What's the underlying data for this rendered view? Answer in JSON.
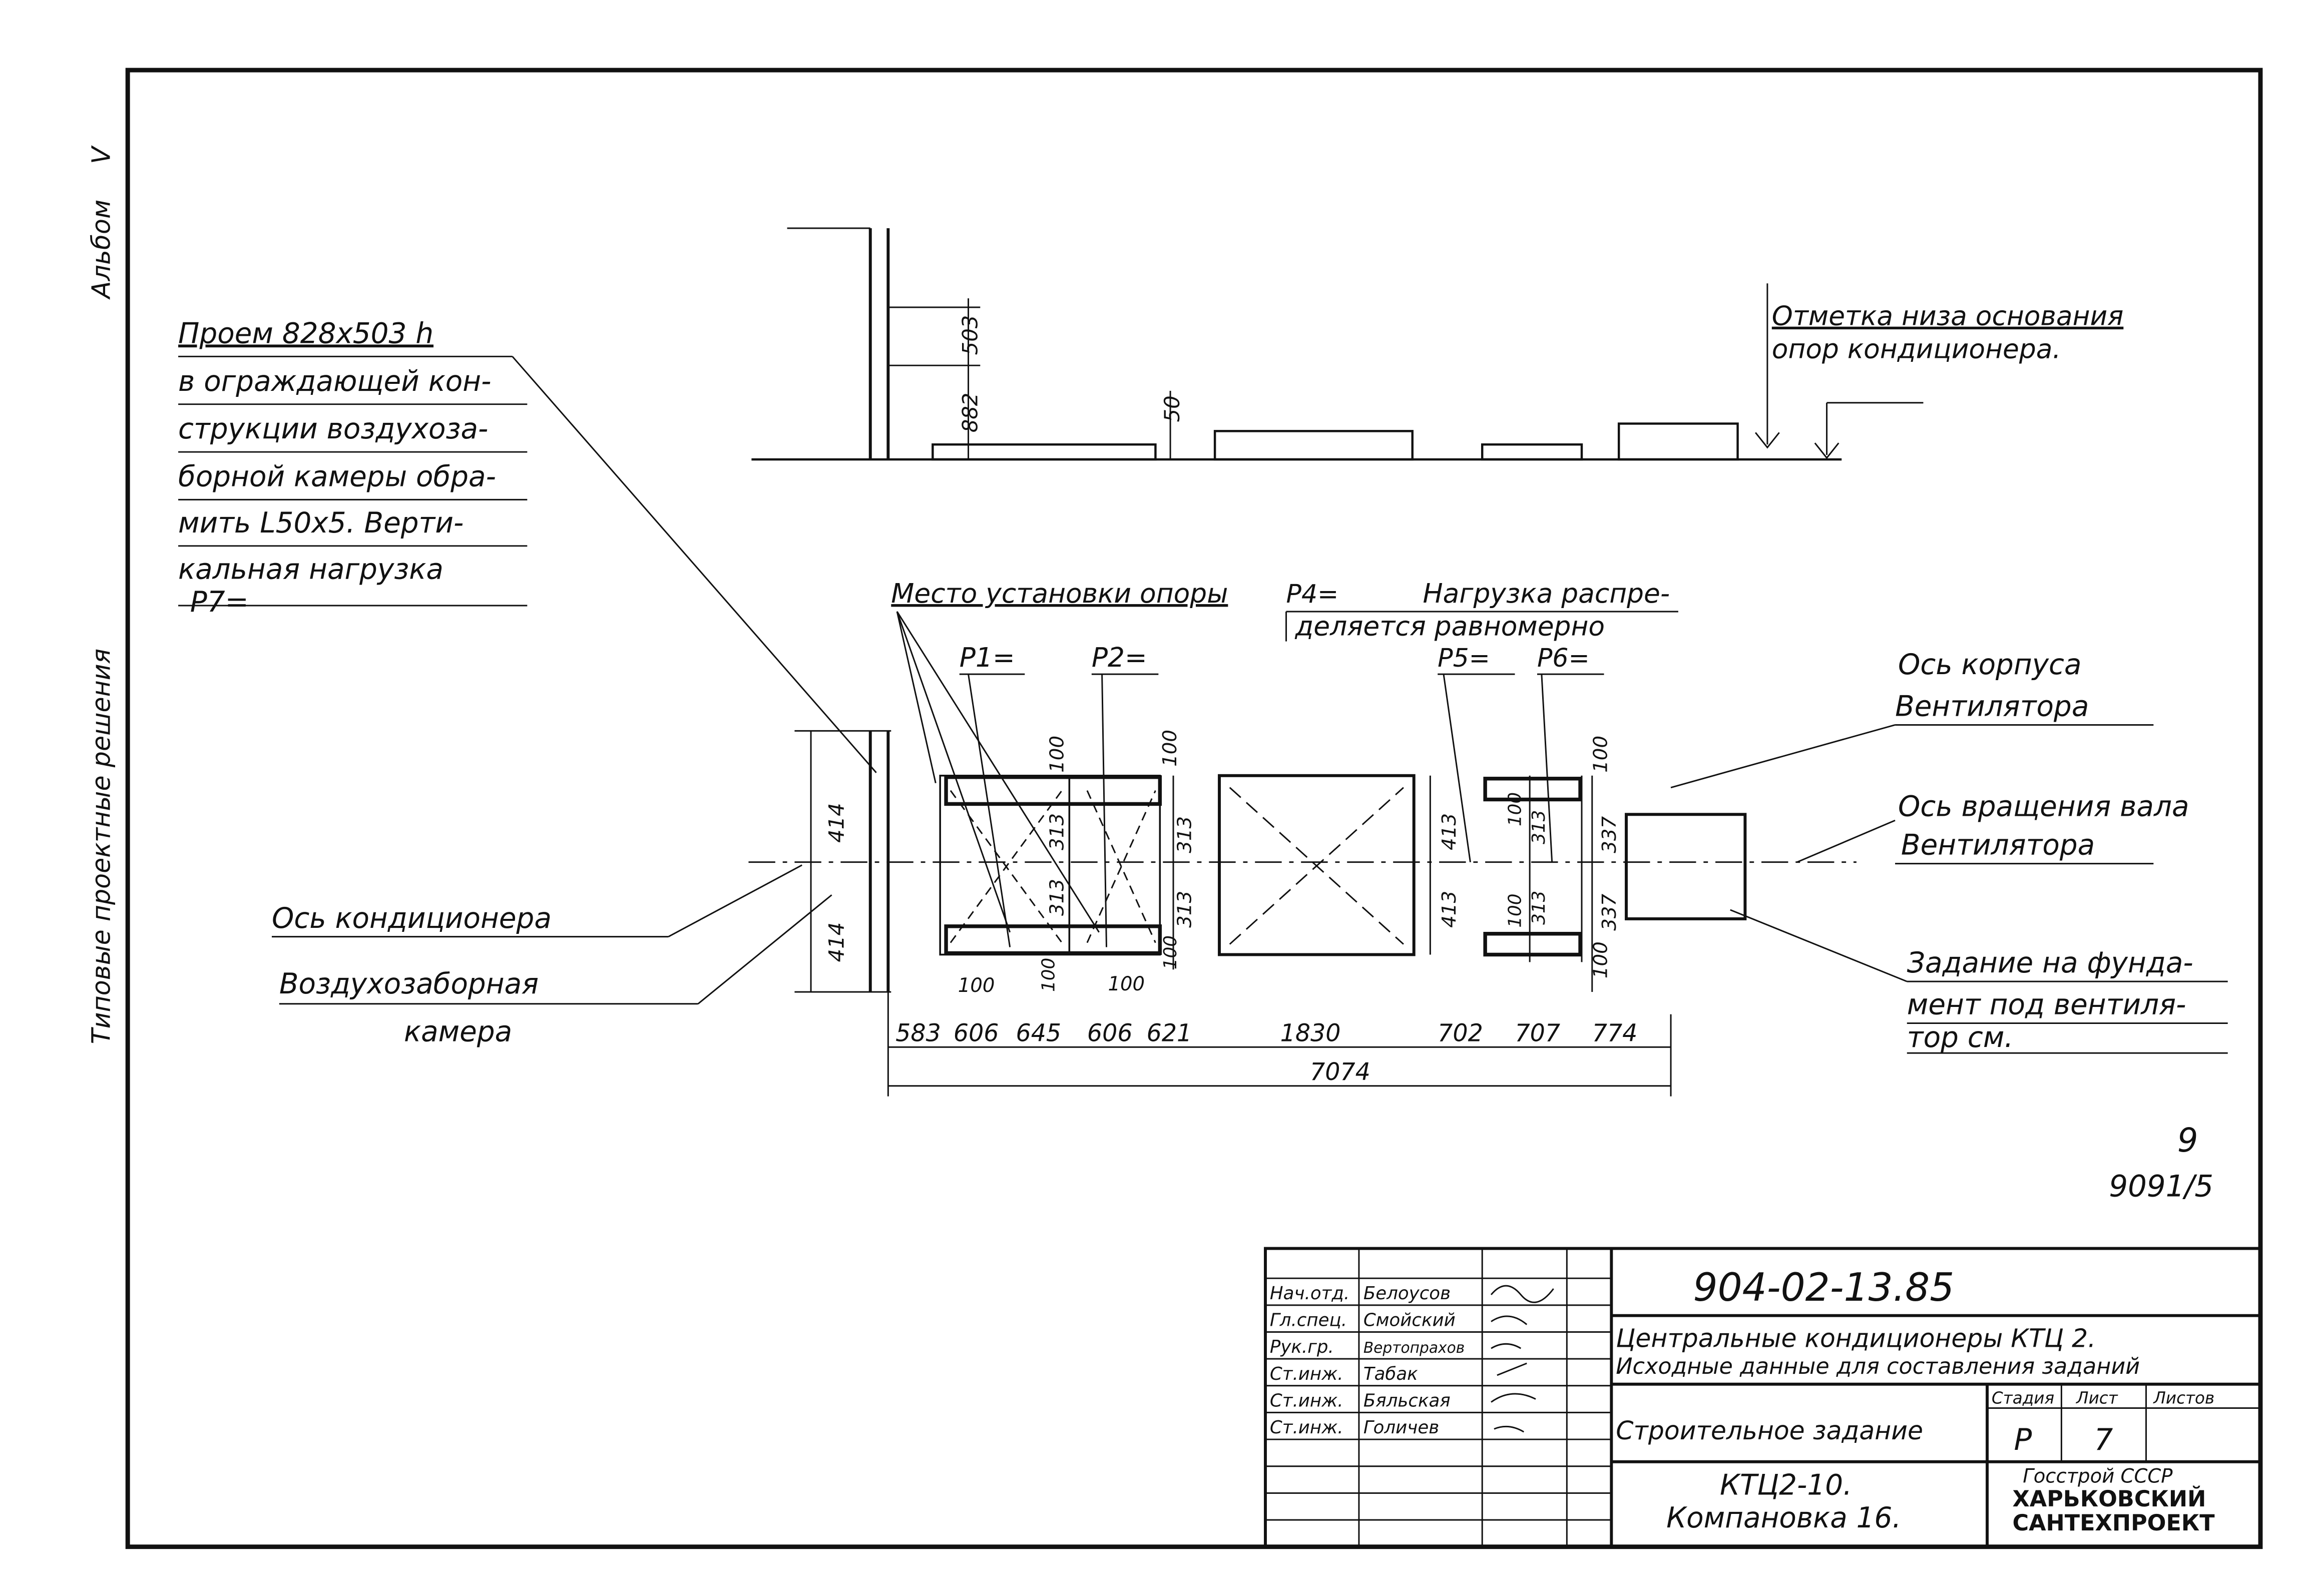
{
  "margin": {
    "album": "Альбом",
    "album_no": "V",
    "series": "Типовые проектные решения"
  },
  "notes": {
    "opening": [
      "Проем 828x503 h",
      "в ограждающей кон-",
      "струкции воздухоза-",
      "борной камеры обра-",
      "мить L50x5. Верти-",
      "кальная нагрузка",
      "P7="
    ],
    "support_place": "Место установки опоры",
    "p4": "P4=",
    "load_dist": [
      "Нагрузка распре-",
      "деляется равномерно"
    ],
    "p1": "P1=",
    "p2": "P2=",
    "p5": "P5=",
    "p6": "P6=",
    "base_level": [
      "Отметка низа основания",
      "опор кондиционера."
    ],
    "fan_body_axis": [
      "Ось корпуса",
      "Вентилятора"
    ],
    "fan_shaft_axis": [
      "Ось вращения вала",
      "Вентилятора"
    ],
    "foundation_task": [
      "Задание на фунда-",
      "мент под вентиля-",
      "тор см."
    ],
    "cond_axis": "Ось кондиционера",
    "intake": [
      "Воздухозаборная",
      "камера"
    ]
  },
  "dims": {
    "h882": "882",
    "h503": "503",
    "h50": "50",
    "v414a": "414",
    "v414b": "414",
    "p1_top100": "100",
    "p1_313a": "313",
    "p1_313b": "313",
    "p1_100v": "100",
    "p1_100h": "100",
    "p2_top100": "100",
    "p2_313a": "313",
    "p2_313b": "313",
    "p2_100v": "100",
    "p2_100h": "100",
    "c413a": "413",
    "c413b": "413",
    "r100t": "100",
    "r313t": "313",
    "r100b": "100",
    "r313b": "313",
    "r337a": "337",
    "r337b": "337",
    "r100a": "100",
    "r100c": "100",
    "seg": [
      "583",
      "606",
      "645",
      "606",
      "621",
      "1830",
      "702",
      "707",
      "774"
    ],
    "total": "7074"
  },
  "page_ref": {
    "num": "9",
    "code": "9091/5"
  },
  "title_block": {
    "code": "904-02-13.85",
    "roles": [
      "Нач.отд.",
      "Гл.спец.",
      "Рук.гр.",
      "Ст.инж.",
      "Ст.инж.",
      "Ст.инж."
    ],
    "names": [
      "Белоусов",
      "Смойский",
      "Вертопрахов",
      "Табак",
      "Бяльская",
      "Голичев"
    ],
    "title1": "Центральные кондиционеры КТЦ 2.",
    "title2": "Исходные данные для составления заданий",
    "sheet_title": "Строительное задание",
    "col_stage": "Стадия",
    "col_sheet": "Лист",
    "col_sheets": "Листов",
    "stage": "Р",
    "sheet": "7",
    "dwg1": "КТЦ2-10.",
    "dwg2": "Компановка 16.",
    "org1": "Госстрой СССР",
    "org2": "ХАРЬКОВСКИЙ",
    "org3": "САНТЕХПРОЕКТ"
  }
}
